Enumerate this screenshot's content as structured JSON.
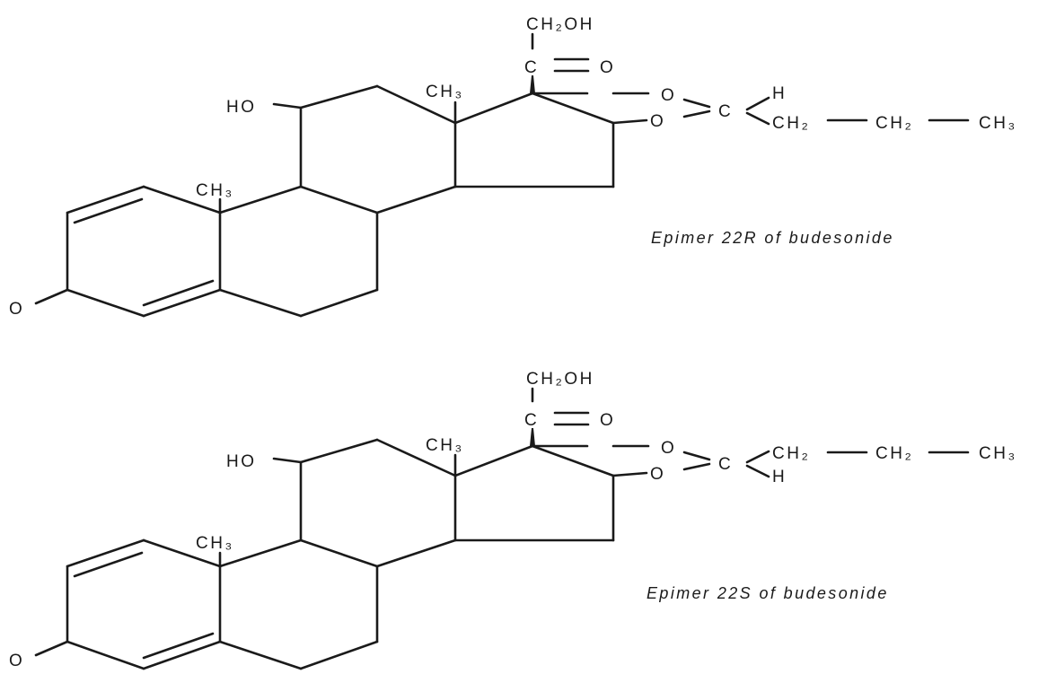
{
  "structures": [
    {
      "id": "22R",
      "caption": "Epimer 22R of budesonide",
      "labels": {
        "ch2oh": "CH₂OH",
        "carbonyl_c": "C",
        "carbonyl_o": "O",
        "hydroxyl": "HO",
        "ch3_c13": "CH₃",
        "ch3_c10": "CH₃",
        "ketone_o": "O",
        "ester_o_top": "O",
        "ester_o_bottom": "O",
        "acetal_c": "C",
        "acetal_h": "H",
        "chain_ch2_a": "CH₂",
        "chain_ch2_b": "CH₂",
        "chain_ch3": "CH₃"
      }
    },
    {
      "id": "22S",
      "caption": "Epimer 22S of budesonide",
      "labels": {
        "ch2oh": "CH₂OH",
        "carbonyl_c": "C",
        "carbonyl_o": "O",
        "hydroxyl": "HO",
        "ch3_c13": "CH₃",
        "ch3_c10": "CH₃",
        "ketone_o": "O",
        "ester_o_top": "O",
        "ester_o_bottom": "O",
        "acetal_c": "C",
        "acetal_h": "H",
        "chain_ch2_a": "CH₂",
        "chain_ch2_b": "CH₂",
        "chain_ch3": "CH₃"
      }
    }
  ]
}
